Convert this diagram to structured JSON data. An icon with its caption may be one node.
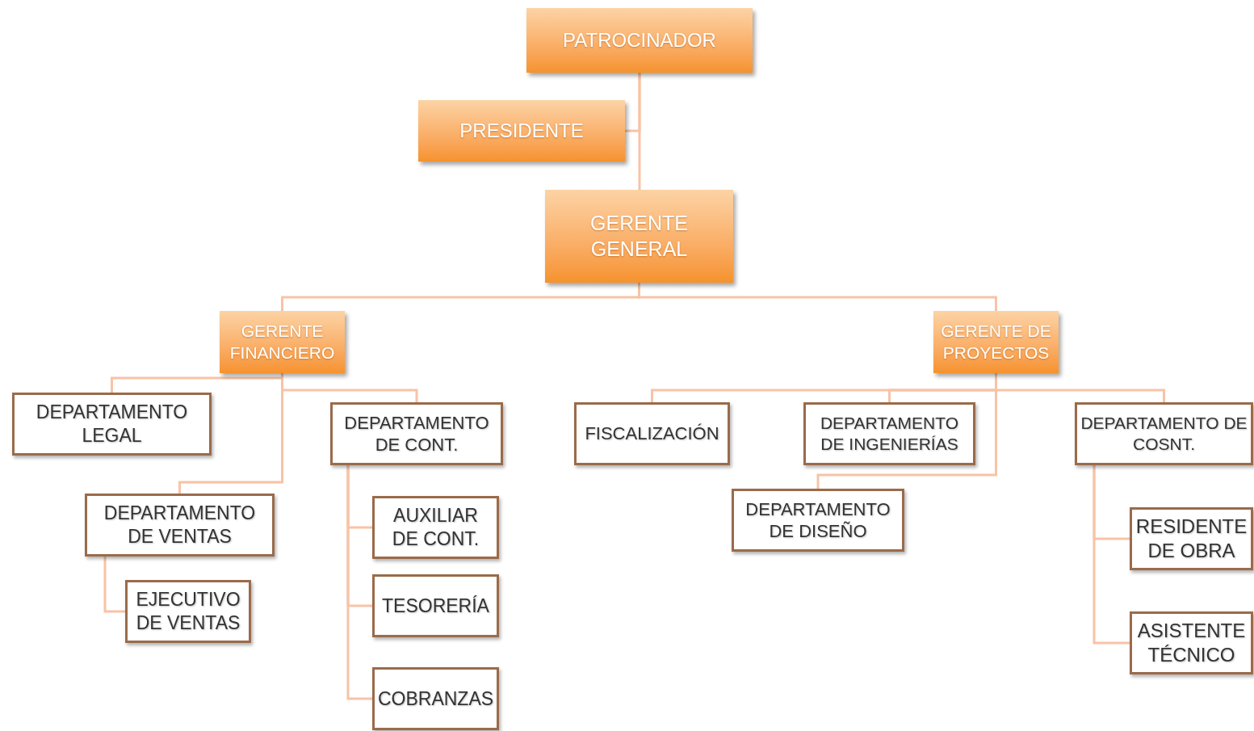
{
  "diagram": {
    "nodes": [
      {
        "text": [
          "PATROCINADOR"
        ]
      },
      {
        "text": [
          "PRESIDENTE"
        ]
      },
      {
        "text": [
          "GERENTE GENERAL"
        ]
      },
      {
        "text": [
          "GERENTE FINANCIERO"
        ]
      },
      {
        "text": [
          "GERENTE DE PROYECTOS"
        ]
      },
      {
        "text": [
          "DEPARTAMENTO LEGAL"
        ]
      },
      {
        "text": [
          "DEPARTAMENTO DE VENTAS"
        ]
      },
      {
        "text": [
          "EJECUTIVO DE VENTAS"
        ]
      },
      {
        "text": [
          "DEPARTAMENTO DE CONT."
        ]
      },
      {
        "text": [
          "AUXILIAR DE CONT."
        ]
      },
      {
        "text": [
          "TESORERÍA"
        ]
      },
      {
        "text": [
          "COBRANZAS"
        ]
      },
      {
        "text": [
          "FISCALIZACIÓN"
        ]
      },
      {
        "text": [
          "DEPARTAMENTO DE INGENIERÍAS"
        ]
      },
      {
        "text": [
          "DEPARTAMENTO DE DISEÑO"
        ]
      },
      {
        "text": [
          "DEPARTAMENTO DE COSNT."
        ]
      },
      {
        "text": [
          "RESIDENTE DE OBRA"
        ]
      },
      {
        "text": [
          "ASISTENTE TÉCNICO"
        ]
      }
    ],
    "edges": [
      {
        "from": 0,
        "to": 1,
        "arrow": "none"
      },
      {
        "from": 0,
        "to": 2,
        "arrow": "none"
      },
      {
        "from": 2,
        "to": 3,
        "arrow": "none"
      },
      {
        "from": 2,
        "to": 4,
        "arrow": "none"
      },
      {
        "from": 3,
        "to": 5,
        "arrow": "none"
      },
      {
        "from": 3,
        "to": 6,
        "arrow": "none"
      },
      {
        "from": 3,
        "to": 8,
        "arrow": "none"
      },
      {
        "from": 6,
        "to": 7,
        "arrow": "none"
      },
      {
        "from": 8,
        "to": 9,
        "arrow": "none"
      },
      {
        "from": 8,
        "to": 10,
        "arrow": "none"
      },
      {
        "from": 8,
        "to": 11,
        "arrow": "none"
      },
      {
        "from": 4,
        "to": 12,
        "arrow": "none"
      },
      {
        "from": 4,
        "to": 13,
        "arrow": "none"
      },
      {
        "from": 4,
        "to": 14,
        "arrow": "none"
      },
      {
        "from": 4,
        "to": 15,
        "arrow": "none"
      },
      {
        "from": 15,
        "to": 16,
        "arrow": "none"
      },
      {
        "from": 15,
        "to": 17,
        "arrow": "none"
      }
    ]
  }
}
